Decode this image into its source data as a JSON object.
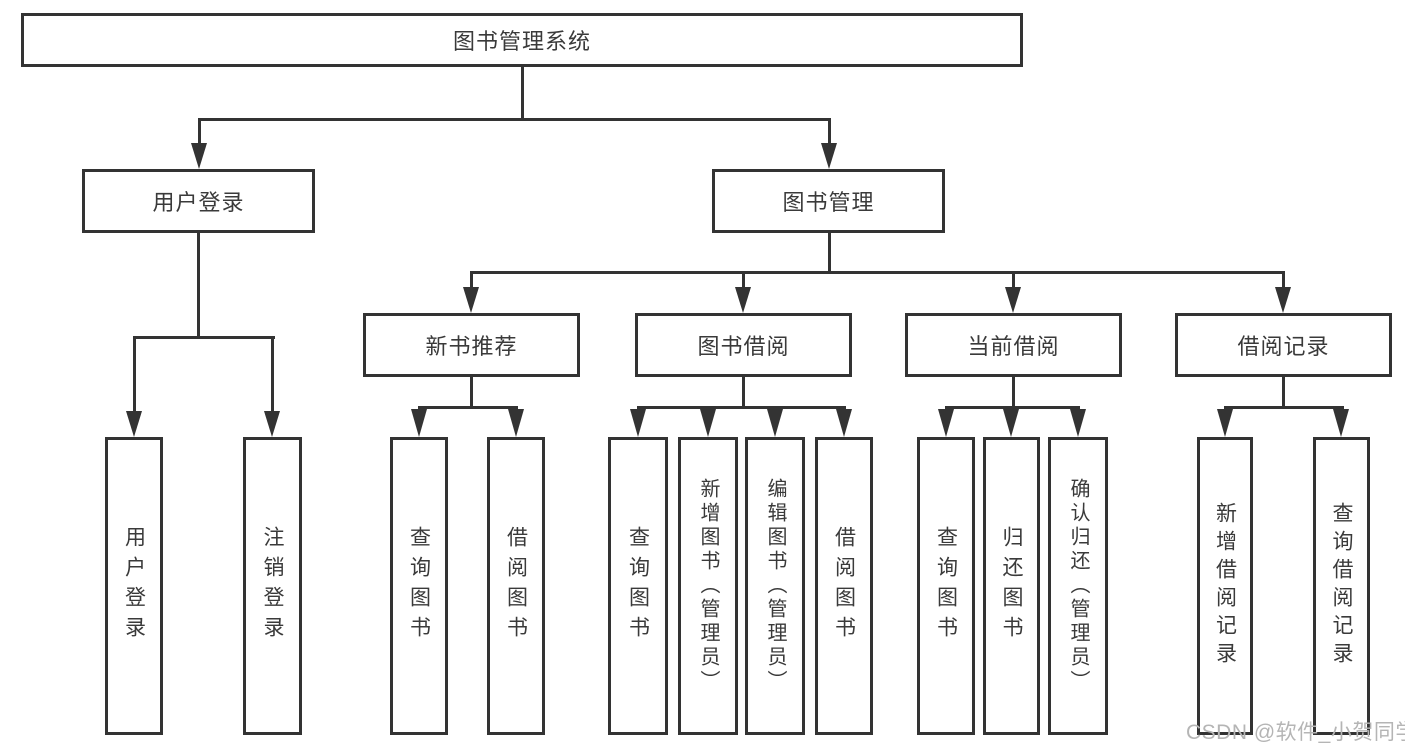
{
  "tree": {
    "root": {
      "label": "图书管理系统"
    },
    "branches": [
      {
        "label": "用户登录",
        "children": [
          {
            "label": "用户登录"
          },
          {
            "label": "注销登录"
          }
        ]
      },
      {
        "label": "图书管理",
        "groups": [
          {
            "label": "新书推荐",
            "children": [
              {
                "label": "查询图书"
              },
              {
                "label": "借阅图书"
              }
            ]
          },
          {
            "label": "图书借阅",
            "children": [
              {
                "label": "查询图书"
              },
              {
                "label": "新增图书（管理员）"
              },
              {
                "label": "编辑图书（管理员）"
              },
              {
                "label": "借阅图书"
              }
            ]
          },
          {
            "label": "当前借阅",
            "children": [
              {
                "label": "查询图书"
              },
              {
                "label": "归还图书"
              },
              {
                "label": "确认归还（管理员）"
              }
            ]
          },
          {
            "label": "借阅记录",
            "children": [
              {
                "label": "新增借阅记录"
              },
              {
                "label": "查询借阅记录"
              }
            ]
          }
        ]
      }
    ]
  },
  "colors": {
    "line": "#333333",
    "text": "#3a3a3a",
    "watermark": "#b5b5b5",
    "background": "#ffffff"
  },
  "watermark": {
    "text": "CSDN @软件_小贺同学"
  }
}
